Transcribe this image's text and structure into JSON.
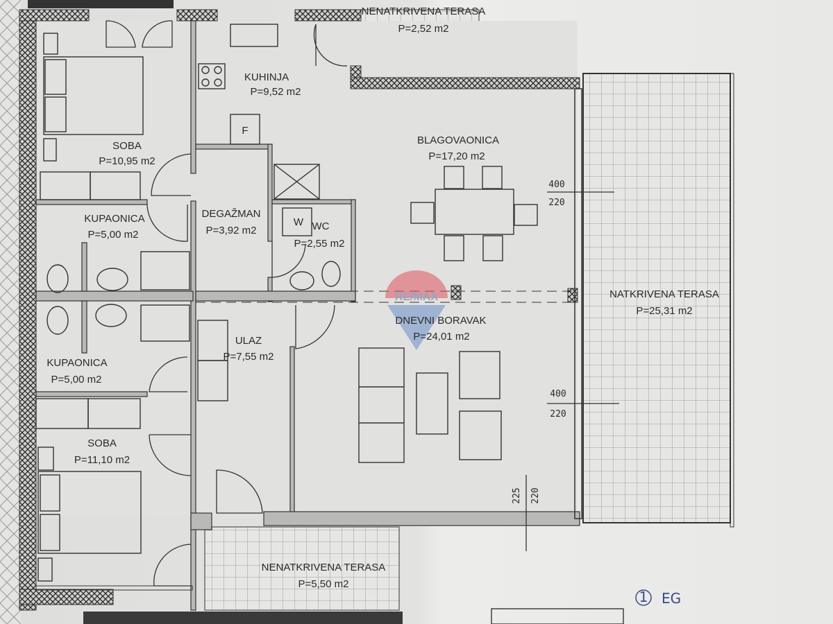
{
  "plan": {
    "floor_note": "EG",
    "floor_number": "1",
    "watermark": "RE/MAX",
    "rooms": [
      {
        "name": "SOBA",
        "area": "P=10,95 m2"
      },
      {
        "name": "KUPAONICA",
        "area": "P=5,00 m2"
      },
      {
        "name": "KUPAONICA",
        "area": "P=5,00 m2"
      },
      {
        "name": "SOBA",
        "area": "P=11,10 m2"
      },
      {
        "name": "KUHINJA",
        "area": "P=9,52 m2"
      },
      {
        "name": "DEGAŽMAN",
        "area": "P=3,92 m2"
      },
      {
        "name": "WC",
        "area": "P=2,55 m2"
      },
      {
        "name": "ULAZ",
        "area": "P=7,55 m2"
      },
      {
        "name": "BLAGOVAONICA",
        "area": "P=17,20 m2"
      },
      {
        "name": "DNEVNI BORAVAK",
        "area": "P=24,01 m2"
      },
      {
        "name": "NATKRIVENA TERASA",
        "area": "P=25,31 m2"
      },
      {
        "name": "NENATKRIVENA TERASA",
        "area": "P=5,50 m2"
      },
      {
        "name": "NENATKRIVENA TERASA",
        "area": "P=2,52 m2"
      }
    ],
    "dimensions": [
      {
        "top": "400",
        "bottom": "220"
      },
      {
        "top": "400",
        "bottom": "220"
      },
      {
        "top": "225",
        "bottom": "220"
      }
    ],
    "fixtures": {
      "washer": "W",
      "fridge": "F"
    }
  }
}
